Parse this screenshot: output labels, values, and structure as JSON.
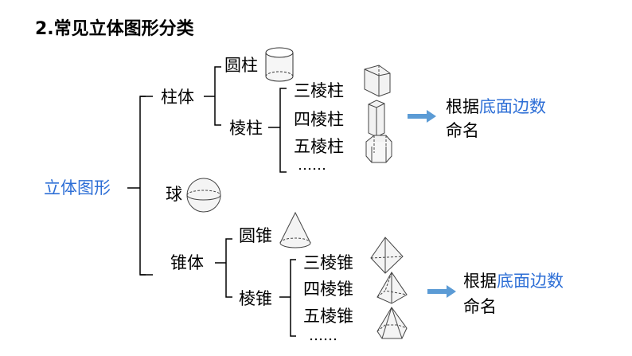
{
  "title": "2.常见立体图形分类",
  "root": "立体图形",
  "prism_group": {
    "label": "柱体",
    "cylinder": "圆柱",
    "prism": "棱柱",
    "prisms": [
      "三棱柱",
      "四棱柱",
      "五棱柱"
    ],
    "ellipsis": "……"
  },
  "sphere": "球",
  "pyramid_group": {
    "label": "锥体",
    "cone": "圆锥",
    "pyramid": "棱锥",
    "pyramids": [
      "三棱锥",
      "四棱锥",
      "五棱锥"
    ],
    "ellipsis": "……"
  },
  "note_prism": {
    "prefix": "根据",
    "highlight": "底面边数",
    "suffix": "命名"
  },
  "note_pyramid": {
    "prefix": "根据",
    "highlight": "底面边数",
    "suffix": "命名"
  },
  "colors": {
    "highlight": "#2e6fd6",
    "arrow": "#5b9bd5"
  },
  "icons": [
    "cylinder-icon",
    "triangular-prism-icon",
    "square-prism-icon",
    "pentagonal-prism-icon",
    "sphere-icon",
    "cone-icon",
    "triangular-pyramid-icon",
    "square-pyramid-icon",
    "pentagonal-pyramid-icon",
    "arrow-right-icon"
  ]
}
